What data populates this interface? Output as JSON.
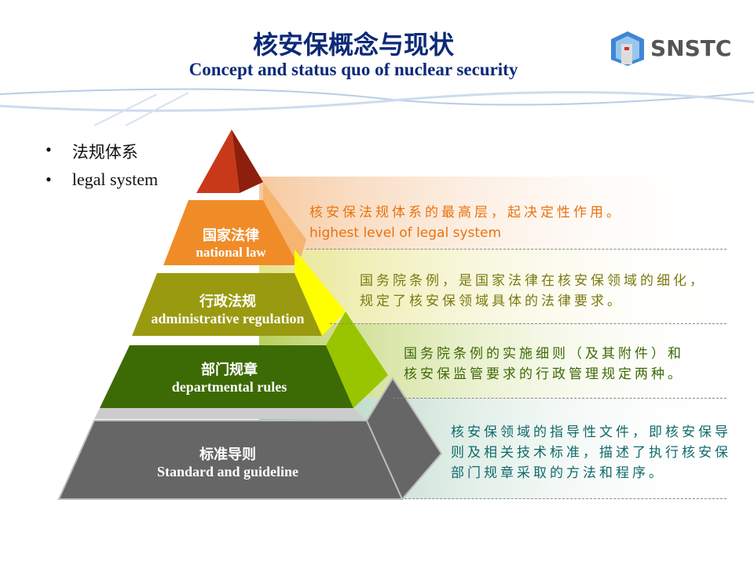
{
  "header": {
    "title_cn": "核安保概念与现状",
    "title_en": "Concept and status quo of nuclear security",
    "logo_text": "SNSTC"
  },
  "bullets": [
    {
      "text": "法规体系"
    },
    {
      "text": "legal system"
    }
  ],
  "pyramid": [
    {
      "cn": "国家法律",
      "en": "national law",
      "desc": [
        "核安保法规体系的最高层，起决定性作用。",
        "highest level of legal system"
      ],
      "color": "#e8730e"
    },
    {
      "cn": "行政法规",
      "en": "administrative regulation",
      "desc": [
        "国务院条例，是国家法律在核安保领域的细化，",
        "规定了核安保领域具体的法律要求。"
      ],
      "color": "#7a7a10"
    },
    {
      "cn": "部门规章",
      "en": "departmental rules",
      "desc": [
        "国务院条例的实施细则（及其附件）和",
        "核安保监管要求的行政管理规定两种。"
      ],
      "color": "#3d6a08"
    },
    {
      "cn": "标准导则",
      "en": "Standard and guideline",
      "desc": [
        "核安保领域的指导性文件，即核安保导",
        "则及相关技术标准，描述了执行核安保",
        "部门规章采取的方法和程序。"
      ],
      "color": "#0f6a6a"
    }
  ]
}
